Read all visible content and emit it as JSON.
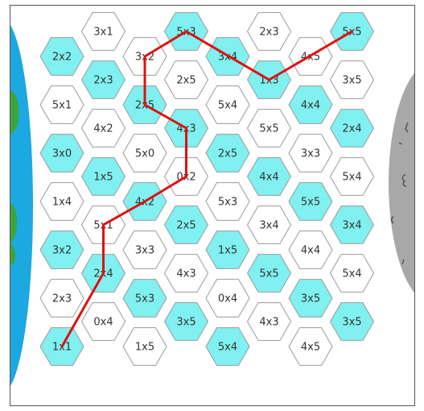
{
  "colors": {
    "cyan_hex": "#80f0f0",
    "white_hex": "#ffffff",
    "hex_stroke": "#9a9a9a",
    "path": "#e01010",
    "earth_ocean": "#1ca8e0",
    "earth_land": "#3aa53a",
    "moon": "#a8a8a8"
  },
  "board": {
    "columns": [
      {
        "cells": [
          {
            "label": "2x2",
            "cyan": true
          },
          {
            "label": "5x1",
            "cyan": false
          },
          {
            "label": "3x0",
            "cyan": true
          },
          {
            "label": "1x4",
            "cyan": false
          },
          {
            "label": "3x2",
            "cyan": true
          },
          {
            "label": "2x3",
            "cyan": false
          },
          {
            "label": "1x1",
            "cyan": true
          }
        ]
      },
      {
        "cells": [
          {
            "label": "3x1",
            "cyan": false
          },
          {
            "label": "2x3",
            "cyan": true
          },
          {
            "label": "4x2",
            "cyan": false
          },
          {
            "label": "1x5",
            "cyan": true
          },
          {
            "label": "5x1",
            "cyan": false
          },
          {
            "label": "2x4",
            "cyan": true
          },
          {
            "label": "0x4",
            "cyan": false
          }
        ]
      },
      {
        "cells": [
          {
            "label": "3x2",
            "cyan": false
          },
          {
            "label": "2x5",
            "cyan": true
          },
          {
            "label": "5x0",
            "cyan": false
          },
          {
            "label": "4x2",
            "cyan": true
          },
          {
            "label": "3x3",
            "cyan": false
          },
          {
            "label": "5x3",
            "cyan": true
          },
          {
            "label": "1x5",
            "cyan": false
          }
        ]
      },
      {
        "cells": [
          {
            "label": "5x3",
            "cyan": true
          },
          {
            "label": "2x5",
            "cyan": false
          },
          {
            "label": "4x3",
            "cyan": true
          },
          {
            "label": "0x2",
            "cyan": false
          },
          {
            "label": "2x5",
            "cyan": true
          },
          {
            "label": "4x3",
            "cyan": false
          },
          {
            "label": "3x5",
            "cyan": true
          }
        ]
      },
      {
        "cells": [
          {
            "label": "3x4",
            "cyan": true
          },
          {
            "label": "5x4",
            "cyan": false
          },
          {
            "label": "2x5",
            "cyan": true
          },
          {
            "label": "5x3",
            "cyan": false
          },
          {
            "label": "1x5",
            "cyan": true
          },
          {
            "label": "0x4",
            "cyan": false
          },
          {
            "label": "5x4",
            "cyan": true
          }
        ]
      },
      {
        "cells": [
          {
            "label": "2x3",
            "cyan": false
          },
          {
            "label": "1x3",
            "cyan": true
          },
          {
            "label": "5x5",
            "cyan": false
          },
          {
            "label": "4x4",
            "cyan": true
          },
          {
            "label": "3x4",
            "cyan": false
          },
          {
            "label": "5x5",
            "cyan": true
          },
          {
            "label": "4x3",
            "cyan": false
          }
        ]
      },
      {
        "cells": [
          {
            "label": "4x5",
            "cyan": false
          },
          {
            "label": "4x4",
            "cyan": true
          },
          {
            "label": "3x3",
            "cyan": false
          },
          {
            "label": "5x5",
            "cyan": true
          },
          {
            "label": "4x4",
            "cyan": false
          },
          {
            "label": "3x5",
            "cyan": true
          },
          {
            "label": "4x5",
            "cyan": false
          }
        ]
      },
      {
        "cells": [
          {
            "label": "5x5",
            "cyan": true
          },
          {
            "label": "3x5",
            "cyan": false
          },
          {
            "label": "2x4",
            "cyan": true
          },
          {
            "label": "5x4",
            "cyan": false
          },
          {
            "label": "3x4",
            "cyan": true
          },
          {
            "label": "5x4",
            "cyan": false
          },
          {
            "label": "3x5",
            "cyan": true
          }
        ]
      }
    ]
  },
  "route": [
    {
      "col": 0,
      "row": 6
    },
    {
      "col": 1,
      "row": 5
    },
    {
      "col": 1,
      "row": 4
    },
    {
      "col": 2,
      "row": 3
    },
    {
      "col": 3,
      "row": 3
    },
    {
      "col": 3,
      "row": 2
    },
    {
      "col": 2,
      "row": 1
    },
    {
      "col": 2,
      "row": 0
    },
    {
      "col": 3,
      "row": 0
    },
    {
      "col": 5,
      "row": 1
    },
    {
      "col": 7,
      "row": 0
    }
  ]
}
